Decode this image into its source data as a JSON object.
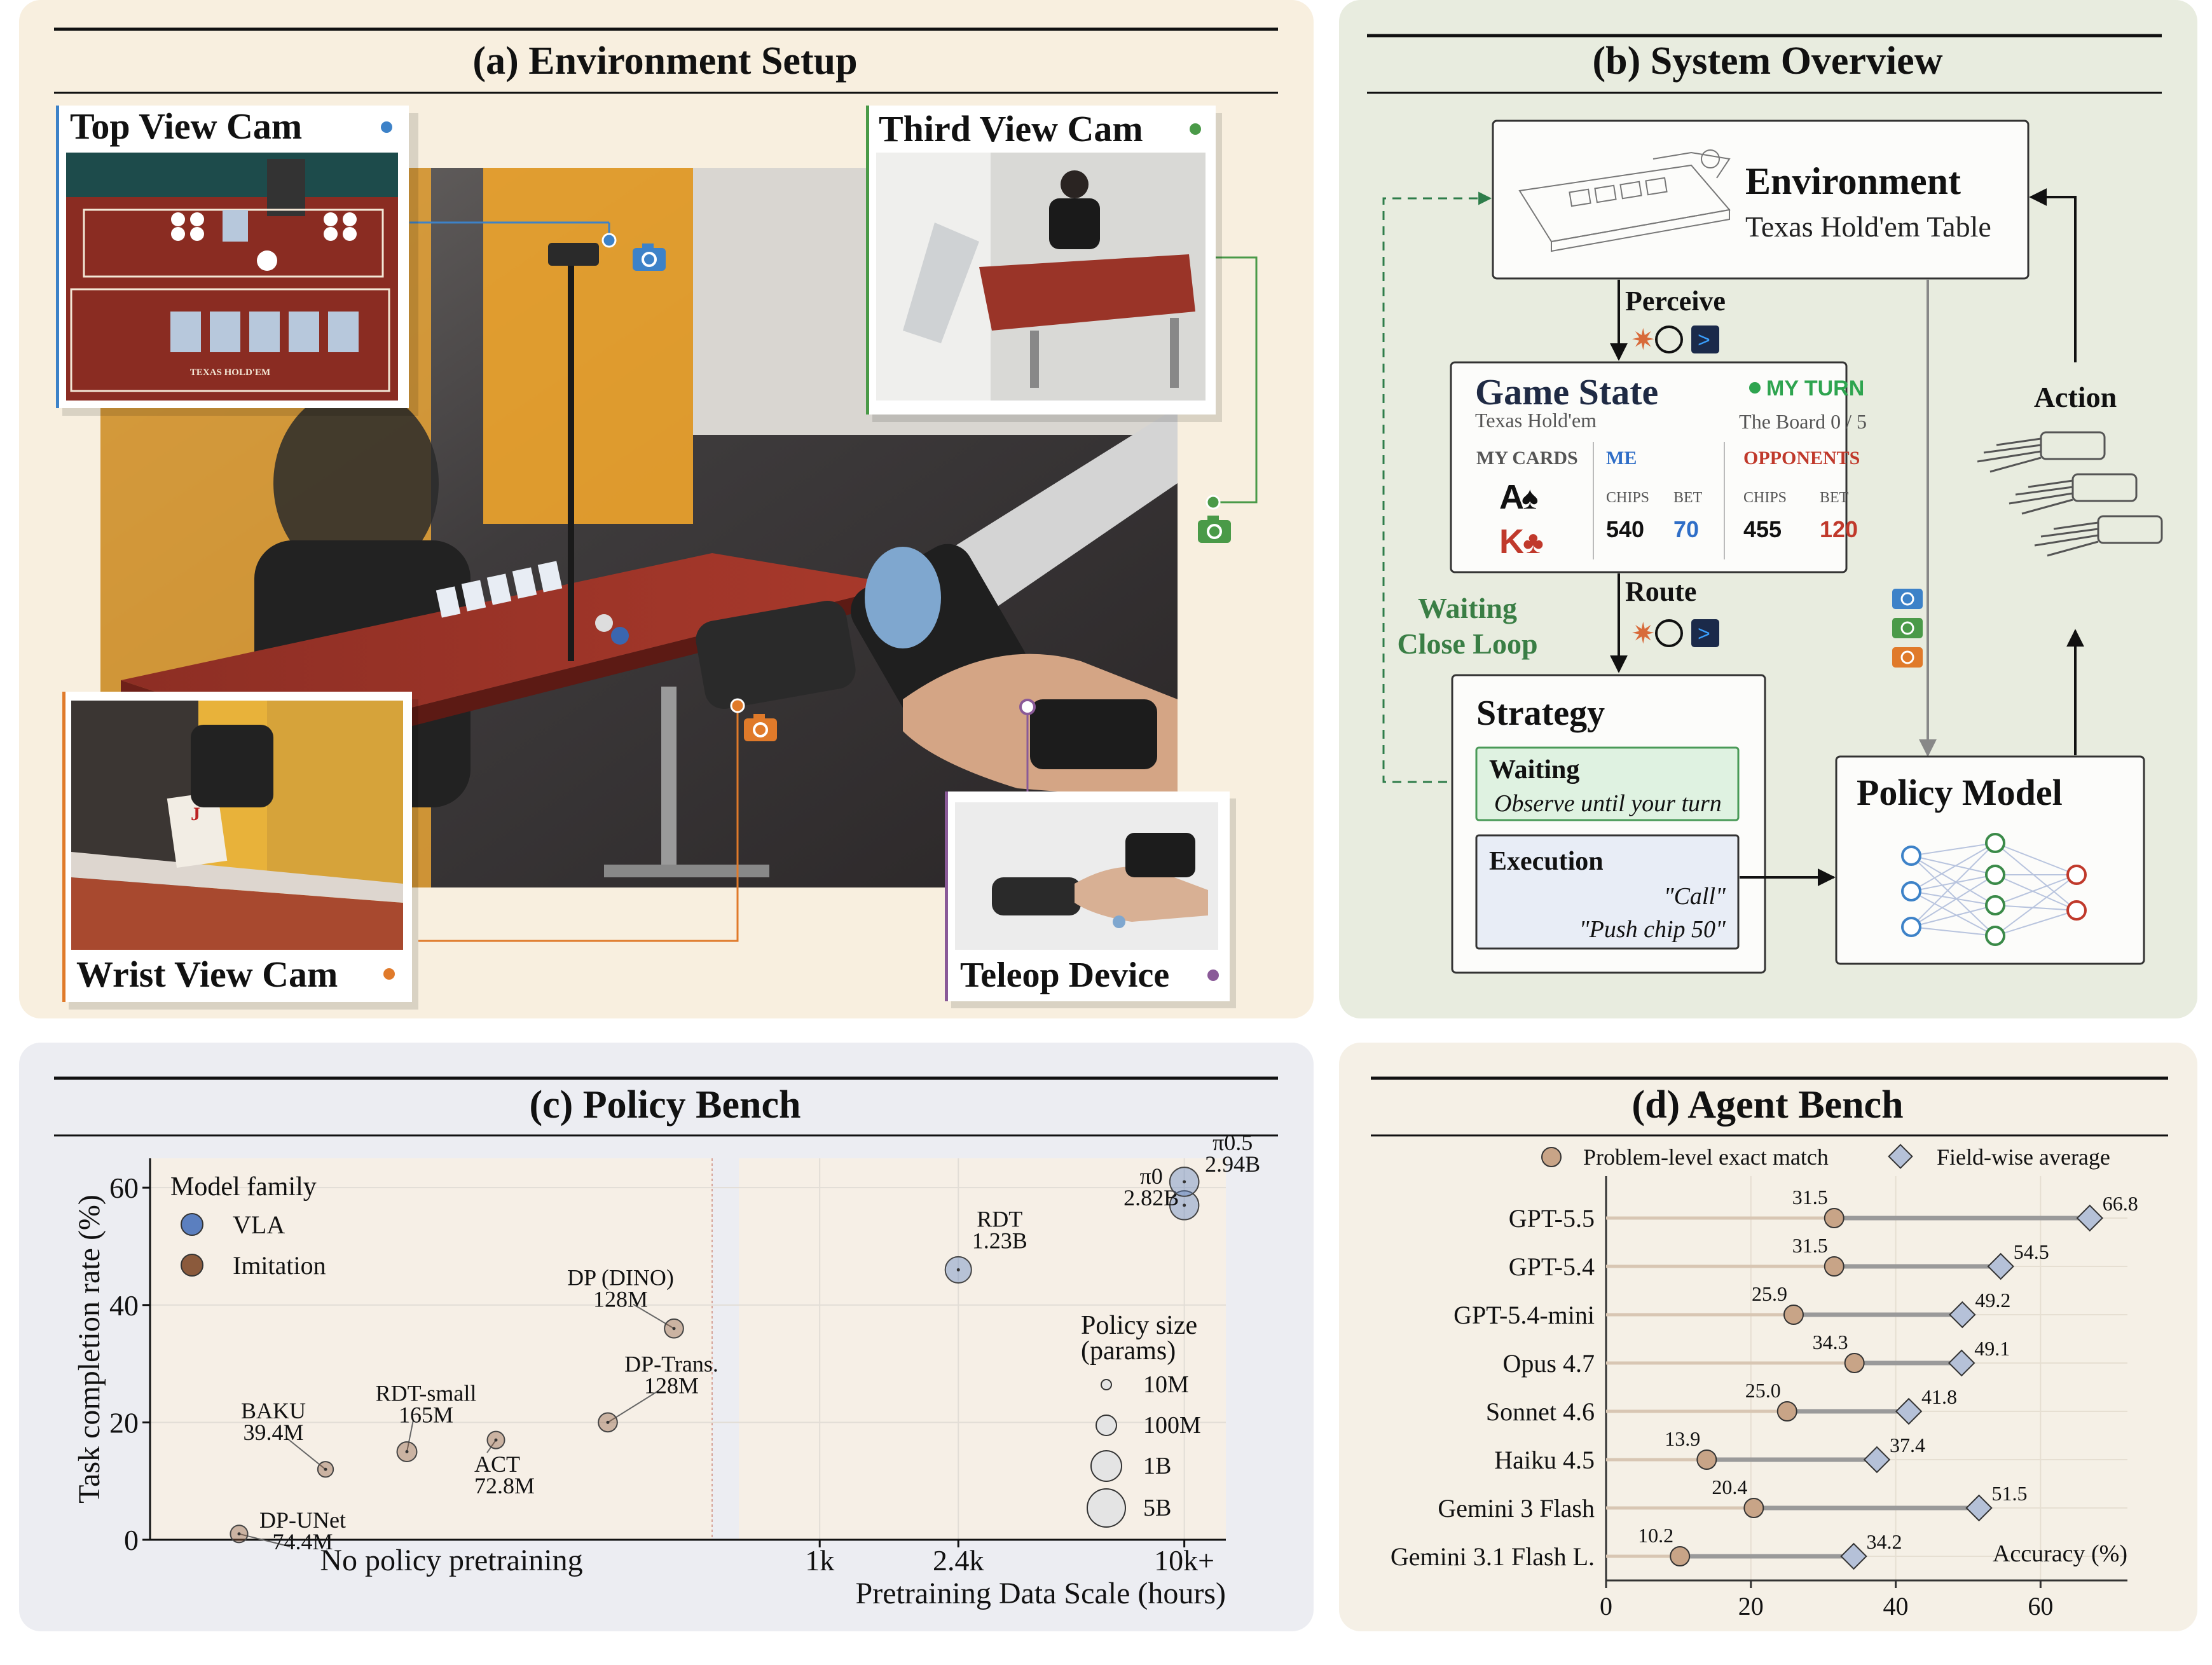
{
  "panel_a": {
    "title": "(a) Environment Setup",
    "cams": {
      "top": "Top View Cam",
      "third": "Third View Cam",
      "wrist": "Wrist View Cam",
      "teleop": "Teleop Device"
    },
    "table_text": "TEXAS HOLD'EM",
    "colors": {
      "top": "#3d82c8",
      "third": "#4a9a48",
      "wrist": "#e07a2a",
      "teleop": "#8a5a98"
    }
  },
  "panel_b": {
    "title": "(b) System Overview",
    "env_title": "Environment",
    "env_sub": "Texas Hold'em Table",
    "perceive": "Perceive",
    "route": "Route",
    "action": "Action",
    "waiting_loop": [
      "Waiting",
      "Close Loop"
    ],
    "game_state": {
      "title": "Game State",
      "subtitle": "Texas Hold'em",
      "turn": "MY TURN",
      "board": "The Board 0 / 5",
      "my_cards_label": "MY CARDS",
      "cards": [
        "A",
        "K"
      ],
      "me_label": "ME",
      "opp_label": "OPPONENTS",
      "chips_label": "CHIPS",
      "bet_label": "BET",
      "me_chips": "540",
      "me_bet": "70",
      "opp_chips": "455",
      "opp_bet": "120"
    },
    "strategy": {
      "title": "Strategy",
      "waiting_title": "Waiting",
      "waiting_sub": "Observe until your turn",
      "exec_title": "Execution",
      "exec_lines": [
        "\"Call\"",
        "\"Push chip 50\""
      ]
    },
    "policy_title": "Policy Model"
  },
  "panel_c": {
    "title": "(c) Policy Bench",
    "chart_data": {
      "type": "scatter",
      "ylabel": "Task completion rate (%)",
      "xlabel": "Pretraining Data Scale (hours)",
      "no_pretrain_label": "No policy pretraining",
      "x_ticks": [
        "1k",
        "2.4k",
        "10k+"
      ],
      "y_ticks": [
        "0",
        "20",
        "40",
        "60"
      ],
      "ylim": [
        0,
        65
      ],
      "legend_title": "Model family",
      "legend_items": [
        "VLA",
        "Imitation"
      ],
      "size_legend_title": [
        "Policy size",
        "(params)"
      ],
      "size_legend": [
        "10M",
        "100M",
        "1B",
        "5B"
      ],
      "points": [
        {
          "label": [
            "DP-UNet",
            "74.4M"
          ],
          "family": "Imitation",
          "y": 1
        },
        {
          "label": [
            "BAKU",
            "39.4M"
          ],
          "family": "Imitation",
          "y": 12
        },
        {
          "label": [
            "RDT-small",
            "165M"
          ],
          "family": "Imitation",
          "y": 15
        },
        {
          "label": [
            "ACT",
            "72.8M"
          ],
          "family": "Imitation",
          "y": 17
        },
        {
          "label": [
            "DP-Trans.",
            "128M"
          ],
          "family": "Imitation",
          "y": 20
        },
        {
          "label": [
            "DP (DINO)",
            "128M"
          ],
          "family": "Imitation",
          "y": 36
        },
        {
          "label": [
            "RDT",
            "1.23B"
          ],
          "family": "VLA",
          "x": "2.4k",
          "y": 46
        },
        {
          "label": [
            "π0",
            "2.82B"
          ],
          "family": "VLA",
          "x": "10k+",
          "y": 57
        },
        {
          "label": [
            "π0.5",
            "2.94B"
          ],
          "family": "VLA",
          "x": "10k+",
          "y": 61
        }
      ],
      "colors": {
        "VLA": "#5b7fbf",
        "Imitation": "#8b5a3c"
      }
    }
  },
  "panel_d": {
    "title": "(d) Agent Bench",
    "chart_data": {
      "type": "dot",
      "legend": [
        "Problem-level exact match",
        "Field-wise average"
      ],
      "xlabel": "Accuracy (%)",
      "x_ticks": [
        "0",
        "20",
        "40",
        "60"
      ],
      "xlim": [
        0,
        72
      ],
      "models": [
        "GPT-5.5",
        "GPT-5.4",
        "GPT-5.4-mini",
        "Opus 4.7",
        "Sonnet 4.6",
        "Haiku 4.5",
        "Gemini 3 Flash",
        "Gemini 3.1 Flash L."
      ],
      "exact": [
        31.5,
        31.5,
        25.9,
        34.3,
        25.0,
        13.9,
        20.4,
        10.2
      ],
      "field": [
        66.8,
        54.5,
        49.2,
        49.1,
        41.8,
        37.4,
        51.5,
        34.2
      ],
      "exact_labels": [
        "31.5",
        "31.5",
        "25.9",
        "34.3",
        "25.0",
        "13.9",
        "20.4",
        "10.2"
      ],
      "field_labels": [
        "66.8",
        "54.5",
        "49.2",
        "49.1",
        "41.8",
        "37.4",
        "51.5",
        "34.2"
      ]
    }
  }
}
